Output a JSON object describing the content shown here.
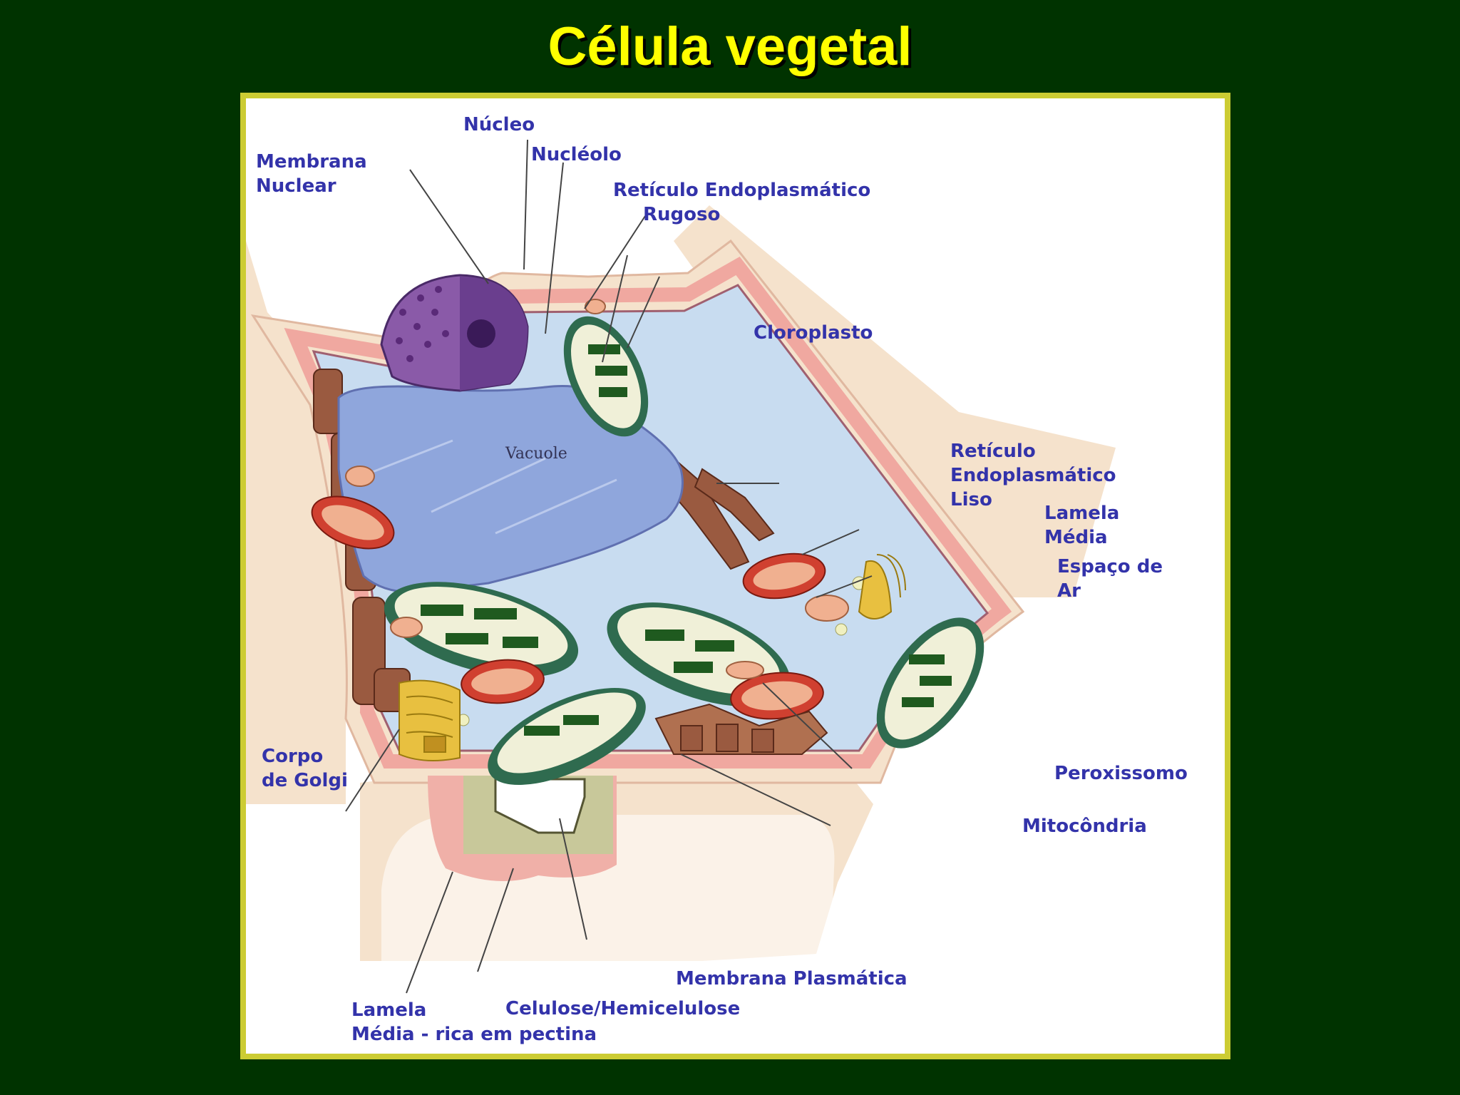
{
  "title": "Célula vegetal",
  "labels": {
    "nucleo": "Núcleo",
    "nucleolo": "Nucléolo",
    "membrana_nuclear": [
      "Membrana",
      "Nuclear"
    ],
    "rer": [
      "Retículo Endoplasmático",
      "Rugoso"
    ],
    "cloroplasto": "Cloroplasto",
    "vacuole": "Vacuole",
    "rel": [
      "Retículo",
      "Endoplasmático",
      "Liso"
    ],
    "lamela_media": [
      "Lamela",
      "Média"
    ],
    "espaco_de_ar": [
      "Espaço de",
      "Ar"
    ],
    "peroxissomo": "Peroxissomo",
    "mitocondria": "Mitocôndria",
    "corpo_de_golgi": [
      "Corpo",
      "de Golgi"
    ],
    "membrana_plasmatica": "Membrana Plasmática",
    "celulose": "Celulose/Hemicelulose",
    "lamela_pectina": [
      "Lamela",
      "Média - rica em pectina"
    ]
  },
  "colors": {
    "background": "#003300",
    "title": "#ffff00",
    "frame": "#cccc33",
    "label": "#3333aa",
    "cell_wall": "#f5e2cc",
    "middle_lamella": "#f0a8a0",
    "cytoplasm": "#c8dcf0",
    "vacuole": "#8fa6dc",
    "nucleus": "#8a5aa8",
    "chloroplast": "#2f6b4f",
    "thylakoid": "#1f5a1f",
    "mitochondria": "#d04030",
    "er": "#9a5a40",
    "golgi": "#e8c040"
  }
}
